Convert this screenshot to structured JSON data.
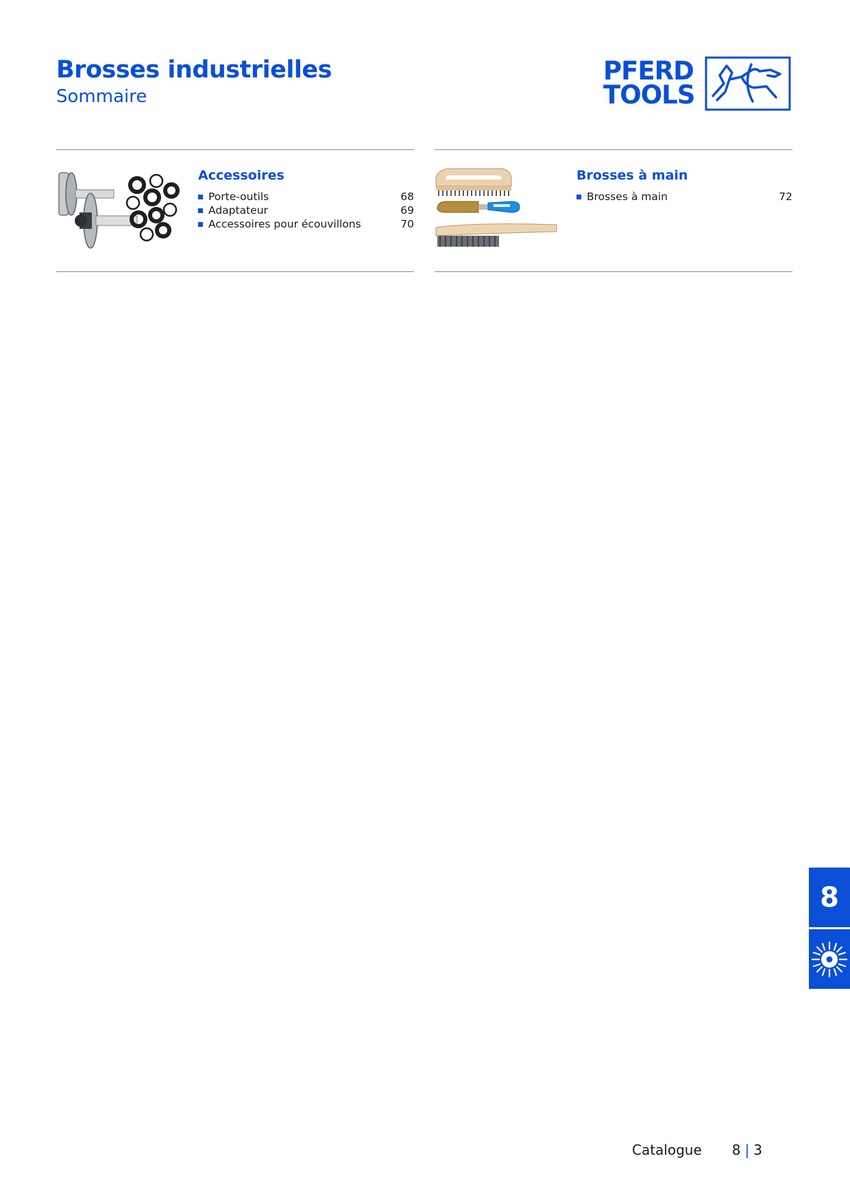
{
  "header": {
    "title": "Brosses industrielles",
    "subtitle": "Sommaire"
  },
  "logo": {
    "line1": "PFERD",
    "line2": "TOOLS",
    "icon": "horse-logo-icon"
  },
  "sections": [
    {
      "heading": "Accessoires",
      "image": "tool-holders-adapters-image",
      "items": [
        {
          "label": "Porte-outils",
          "page": "68"
        },
        {
          "label": "Adaptateur",
          "page": "69"
        },
        {
          "label": "Accessoires pour écouvillons",
          "page": "70"
        }
      ]
    },
    {
      "heading": "Brosses à main",
      "image": "hand-brushes-image",
      "items": [
        {
          "label": "Brosses à main",
          "page": "72"
        }
      ]
    }
  ],
  "side_tab": {
    "chapter": "8",
    "icon": "wheel-brush-icon"
  },
  "footer": {
    "label": "Catalogue",
    "chapter": "8",
    "page": "3"
  },
  "colors": {
    "brand_blue": "#0a4fd6",
    "rule_gray": "#8a8a8a"
  }
}
